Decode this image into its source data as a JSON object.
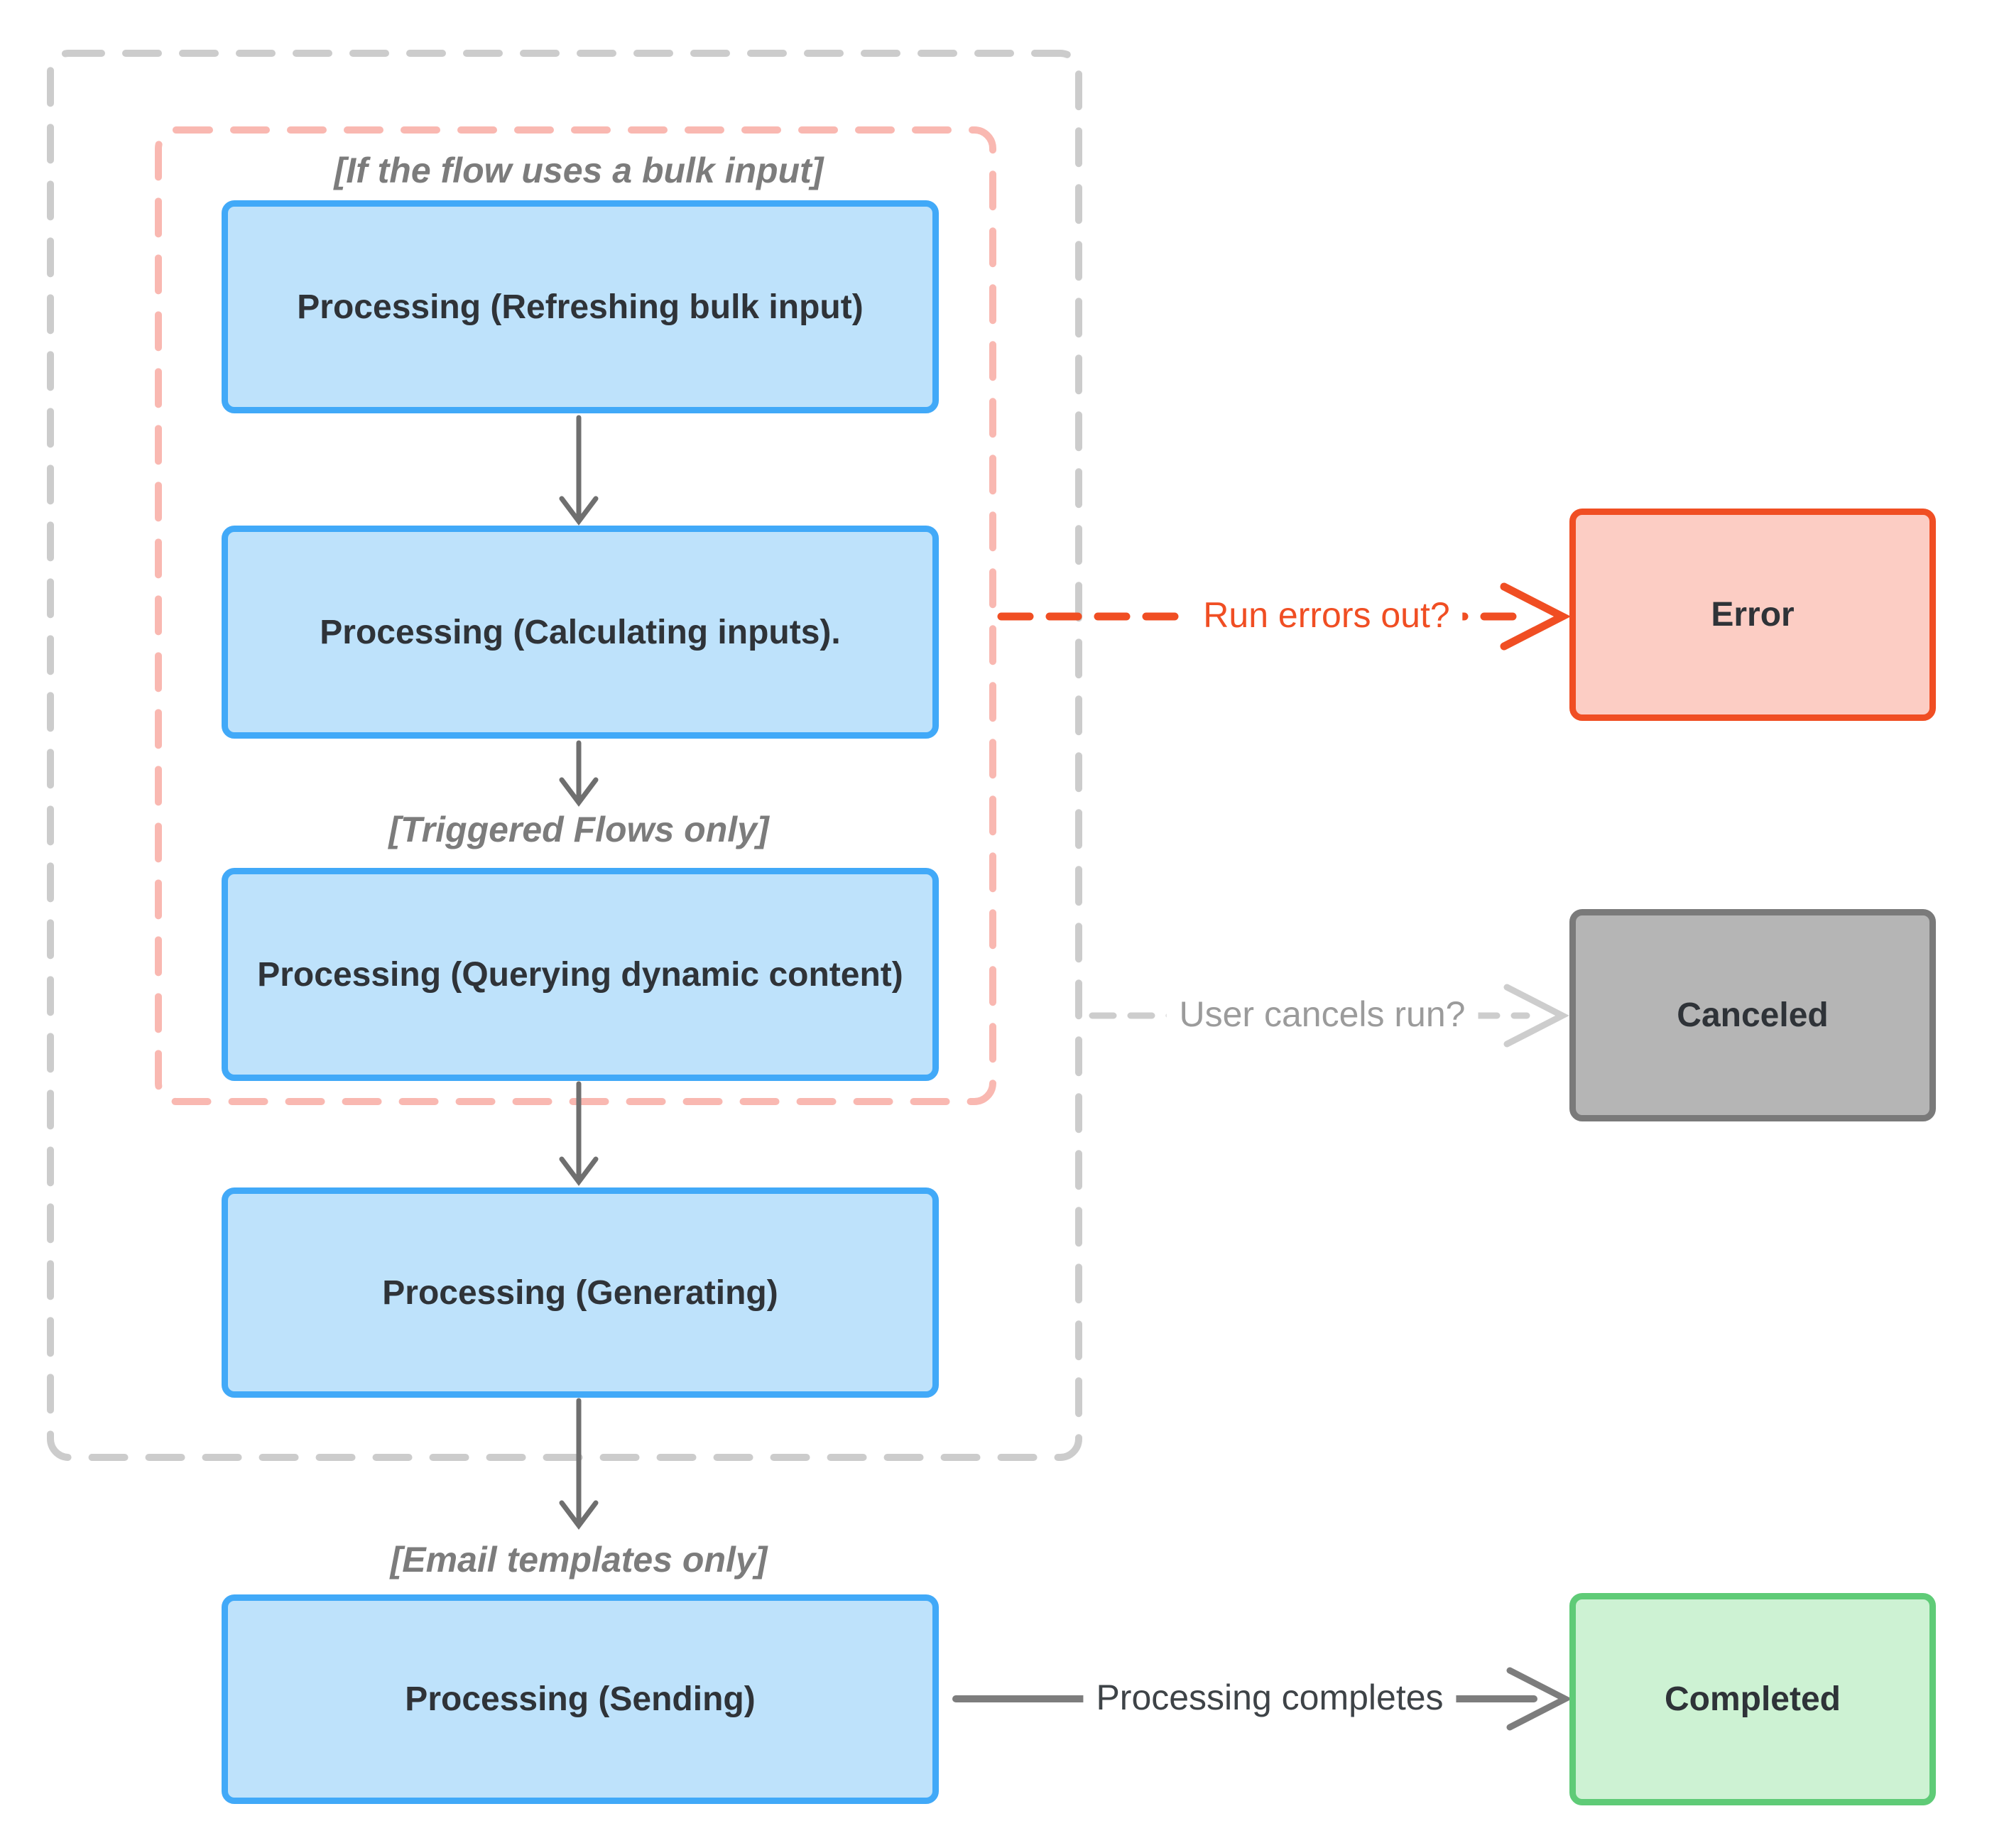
{
  "diagram": {
    "notes": {
      "bulk_input": "[If the flow uses a bulk input]",
      "triggered_flows": "[Triggered Flows only]",
      "email_templates": "[Email templates only]"
    },
    "nodes": {
      "refreshing": "Processing (Refreshing bulk input)",
      "calculating": "Processing (Calculating inputs).",
      "querying": "Processing (Querying dynamic content)",
      "generating": "Processing (Generating)",
      "sending": "Processing (Sending)",
      "error": "Error",
      "canceled": "Canceled",
      "completed": "Completed"
    },
    "edges": {
      "run_errors": "Run errors out?",
      "user_cancels": "User cancels run?",
      "processing_completes": "Processing completes"
    },
    "colors": {
      "process_fill": "#BEE2FB",
      "process_border": "#41A9F8",
      "error_fill": "#FCCDC4",
      "error_border": "#F04E23",
      "canceled_fill": "#B5B5B5",
      "canceled_border": "#7A7A7A",
      "completed_fill": "#CDF2D3",
      "completed_border": "#5FCB77",
      "outer_group_border": "#CCCCCC",
      "bulk_group_border": "#F9B8B1",
      "note_text": "#7C7C7C",
      "node_text": "#2F3338",
      "arrow_gray": "#6F6F6F",
      "cancel_arrow_gray": "#CDCDCD"
    }
  }
}
